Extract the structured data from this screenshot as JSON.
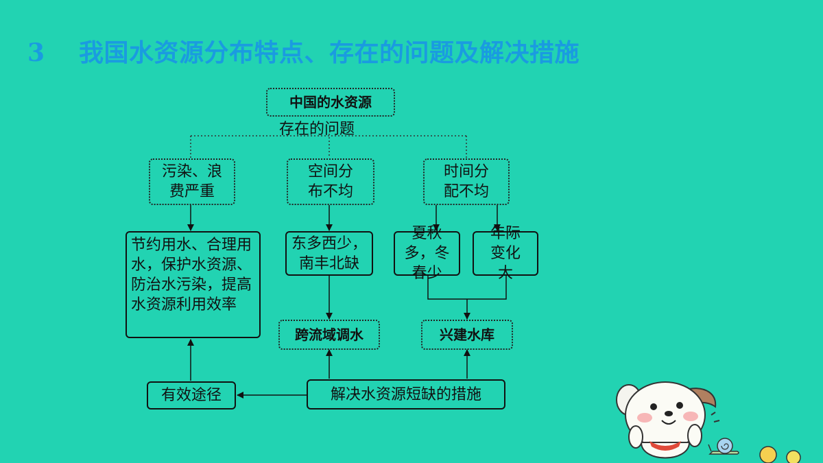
{
  "title": {
    "number": "3",
    "text": "我国水资源分布特点、存在的问题及解决措施"
  },
  "diagram": {
    "root": "中国的水资源",
    "root_sub": "存在的问题",
    "problems": {
      "pollution": "污染、浪费严重",
      "spatial": "空间分布不均",
      "temporal": "时间分配不均"
    },
    "details": {
      "conserve": "节约用水、合理用水，保护水资源、防治水污染，提高水资源利用效率",
      "east_west": "东多西少，南丰北缺",
      "seasons": "夏秋多，冬春少",
      "annual": "年际变化大"
    },
    "solutions": {
      "transfer": "跨流域调水",
      "reservoir": "兴建水库",
      "effective": "有效途径",
      "measures": "解决水资源短缺的措施"
    }
  },
  "colors": {
    "background": "#22d3b2",
    "title": "#1a9be0"
  },
  "decoration": "cartoon-dog-with-snail"
}
